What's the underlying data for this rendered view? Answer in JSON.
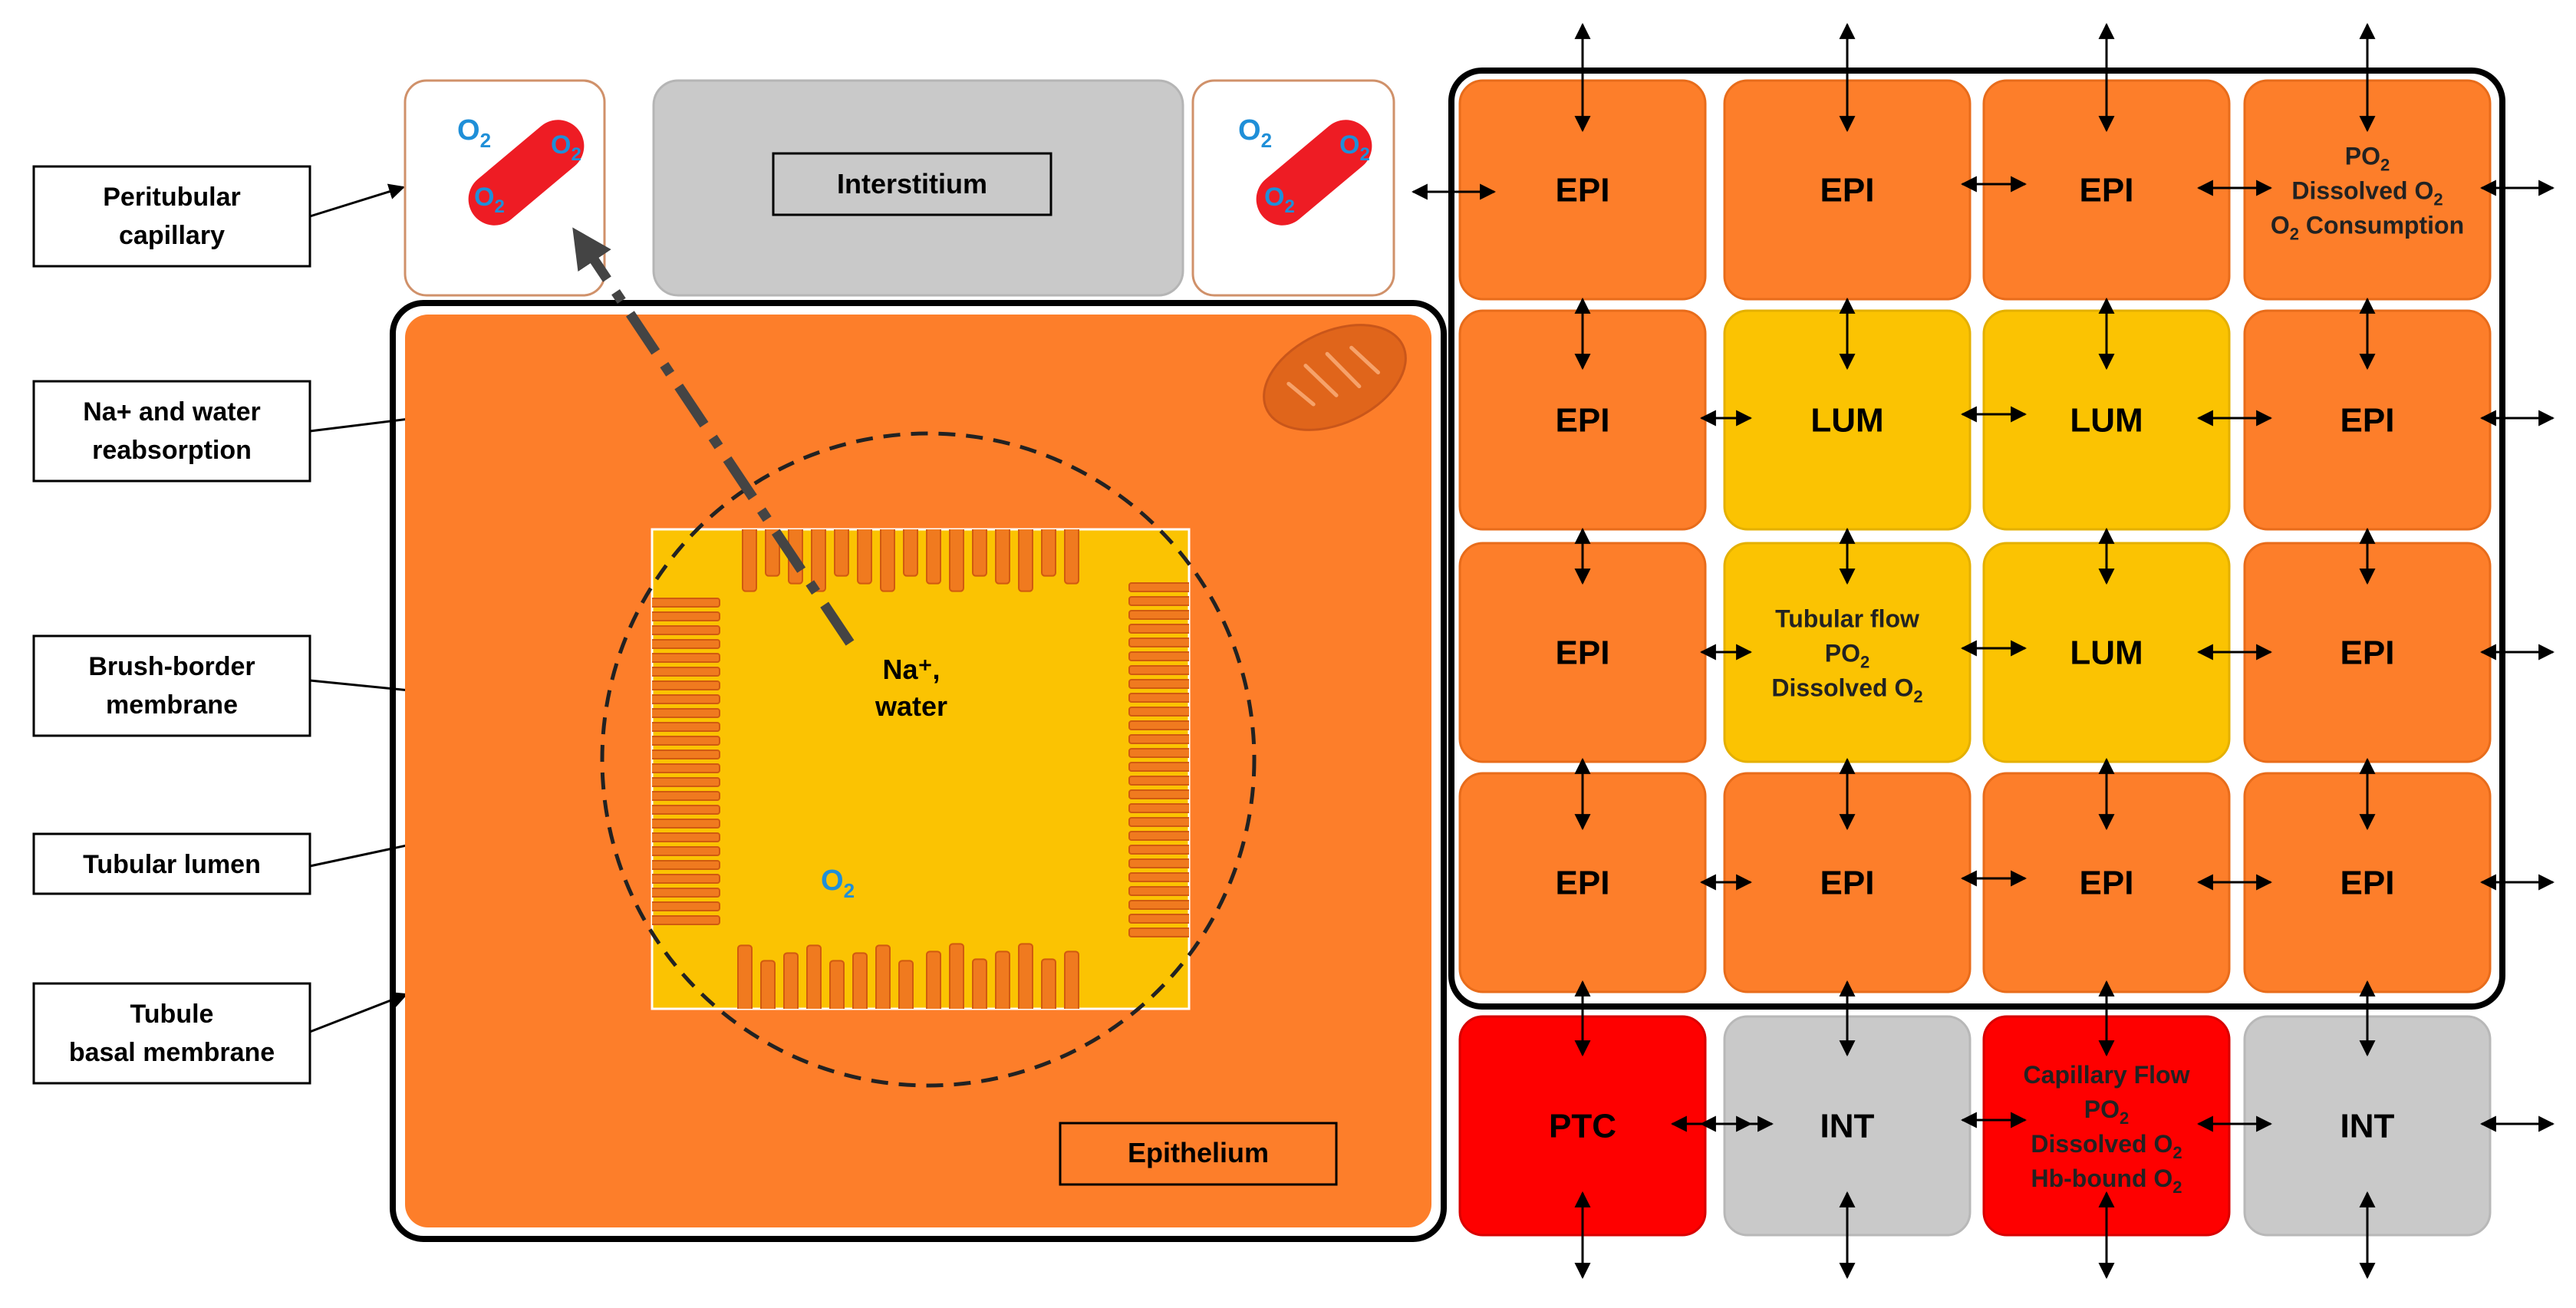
{
  "callouts": [
    {
      "line1": "Peritubular",
      "line2": "capillary"
    },
    {
      "line1": "Na+ and water",
      "line2": "reabsorption"
    },
    {
      "line1": "Brush-border",
      "line2": "membrane"
    },
    {
      "line1": "Tubular lumen",
      "line2": ""
    },
    {
      "line1": "Tubule",
      "line2": "basal membrane"
    }
  ],
  "schematic": {
    "interstitium": "Interstitium",
    "epithelium": "Epithelium",
    "na_line1": "Na⁺,",
    "na_line2": "water",
    "o2_base": "O",
    "o2_sub": "2"
  },
  "grid": {
    "rows": [
      [
        {
          "type": "EPI",
          "text": "EPI"
        },
        {
          "type": "EPI",
          "text": "EPI"
        },
        {
          "type": "EPI",
          "text": "EPI"
        },
        {
          "type": "EPI",
          "lines": [
            [
              "PO",
              [
                "2"
              ]
            ],
            [
              "Dissolved O",
              [
                "2"
              ]
            ],
            [
              "O",
              [
                "2"
              ],
              " Consumption"
            ]
          ]
        }
      ],
      [
        {
          "type": "EPI",
          "text": "EPI"
        },
        {
          "type": "LUM",
          "text": "LUM"
        },
        {
          "type": "LUM",
          "text": "LUM"
        },
        {
          "type": "EPI",
          "text": "EPI"
        }
      ],
      [
        {
          "type": "EPI",
          "text": "EPI"
        },
        {
          "type": "LUM",
          "lines": [
            [
              "Tubular flow"
            ],
            [
              "PO",
              [
                "2"
              ]
            ],
            [
              "Dissolved O",
              [
                "2"
              ]
            ]
          ]
        },
        {
          "type": "LUM",
          "text": "LUM"
        },
        {
          "type": "EPI",
          "text": "EPI"
        }
      ],
      [
        {
          "type": "EPI",
          "text": "EPI"
        },
        {
          "type": "EPI",
          "text": "EPI"
        },
        {
          "type": "EPI",
          "text": "EPI"
        },
        {
          "type": "EPI",
          "text": "EPI"
        }
      ],
      [
        {
          "type": "PTC",
          "text": "PTC"
        },
        {
          "type": "INT",
          "text": "INT"
        },
        {
          "type": "PTC",
          "lines": [
            [
              "Capillary Flow"
            ],
            [
              "PO",
              [
                "2"
              ]
            ],
            [
              "Dissolved O",
              [
                "2"
              ]
            ],
            [
              "Hb-bound O",
              [
                "2"
              ]
            ]
          ]
        },
        {
          "type": "INT",
          "text": "INT"
        }
      ]
    ]
  },
  "colors": {
    "epi": "#fd7e2a",
    "lum": "#fbc302",
    "ptc": "#fe0000",
    "int": "#c9c9c9",
    "o2_text": "#1f8fd8",
    "rbc": "#ee1c24"
  }
}
